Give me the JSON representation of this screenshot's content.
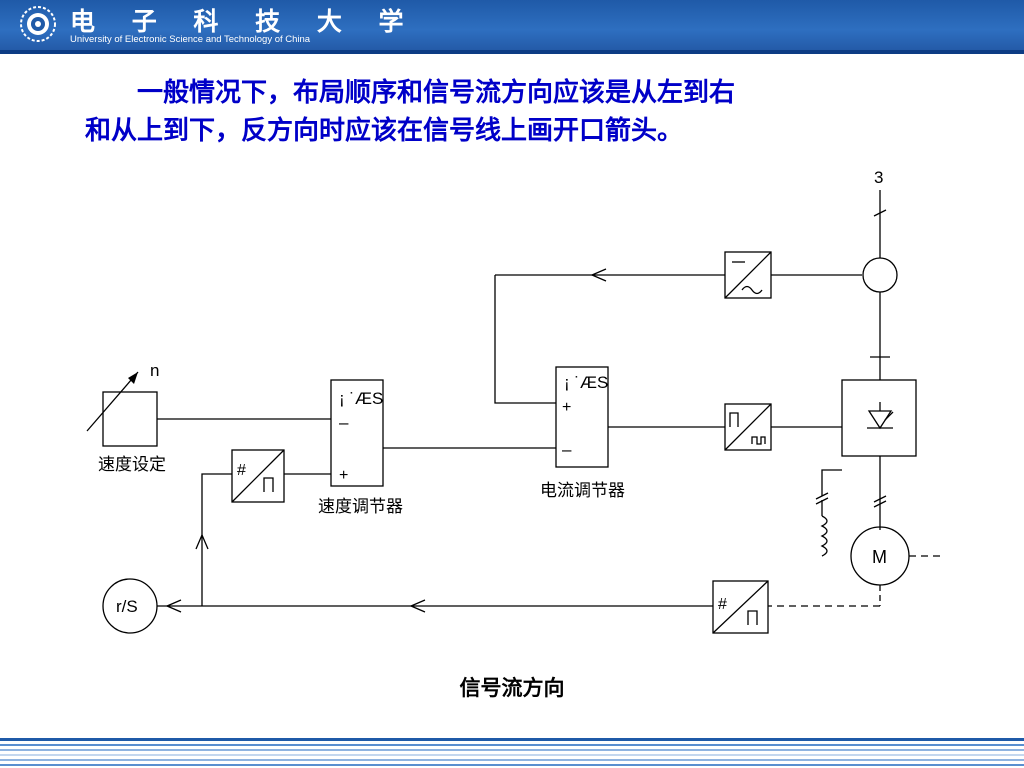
{
  "header": {
    "title_cn": "电 子 科 技 大 学",
    "title_en": "University of Electronic Science and Technology of China"
  },
  "body": {
    "line1": "　　一般情况下，布局顺序和信号流方向应该是从左到右",
    "line2": "和从上到下，反方向时应该在信号线上画开口箭头。"
  },
  "diagram": {
    "supply_label": "3",
    "n_label": "n",
    "speed_setting_label": "速度设定",
    "speed_reg": {
      "glyph": "¡ ˙ÆS",
      "minus": "–",
      "plus": "+",
      "label": "速度调节器"
    },
    "current_reg": {
      "glyph": "¡ ˙ÆS",
      "plus": "+",
      "minus": "–",
      "label": "电流调节器"
    },
    "speed_conv_glyph": "#",
    "feedback_conv_glyph": "#",
    "motor_label": "M",
    "tacho_label": "r/S"
  },
  "caption": "信号流方向"
}
